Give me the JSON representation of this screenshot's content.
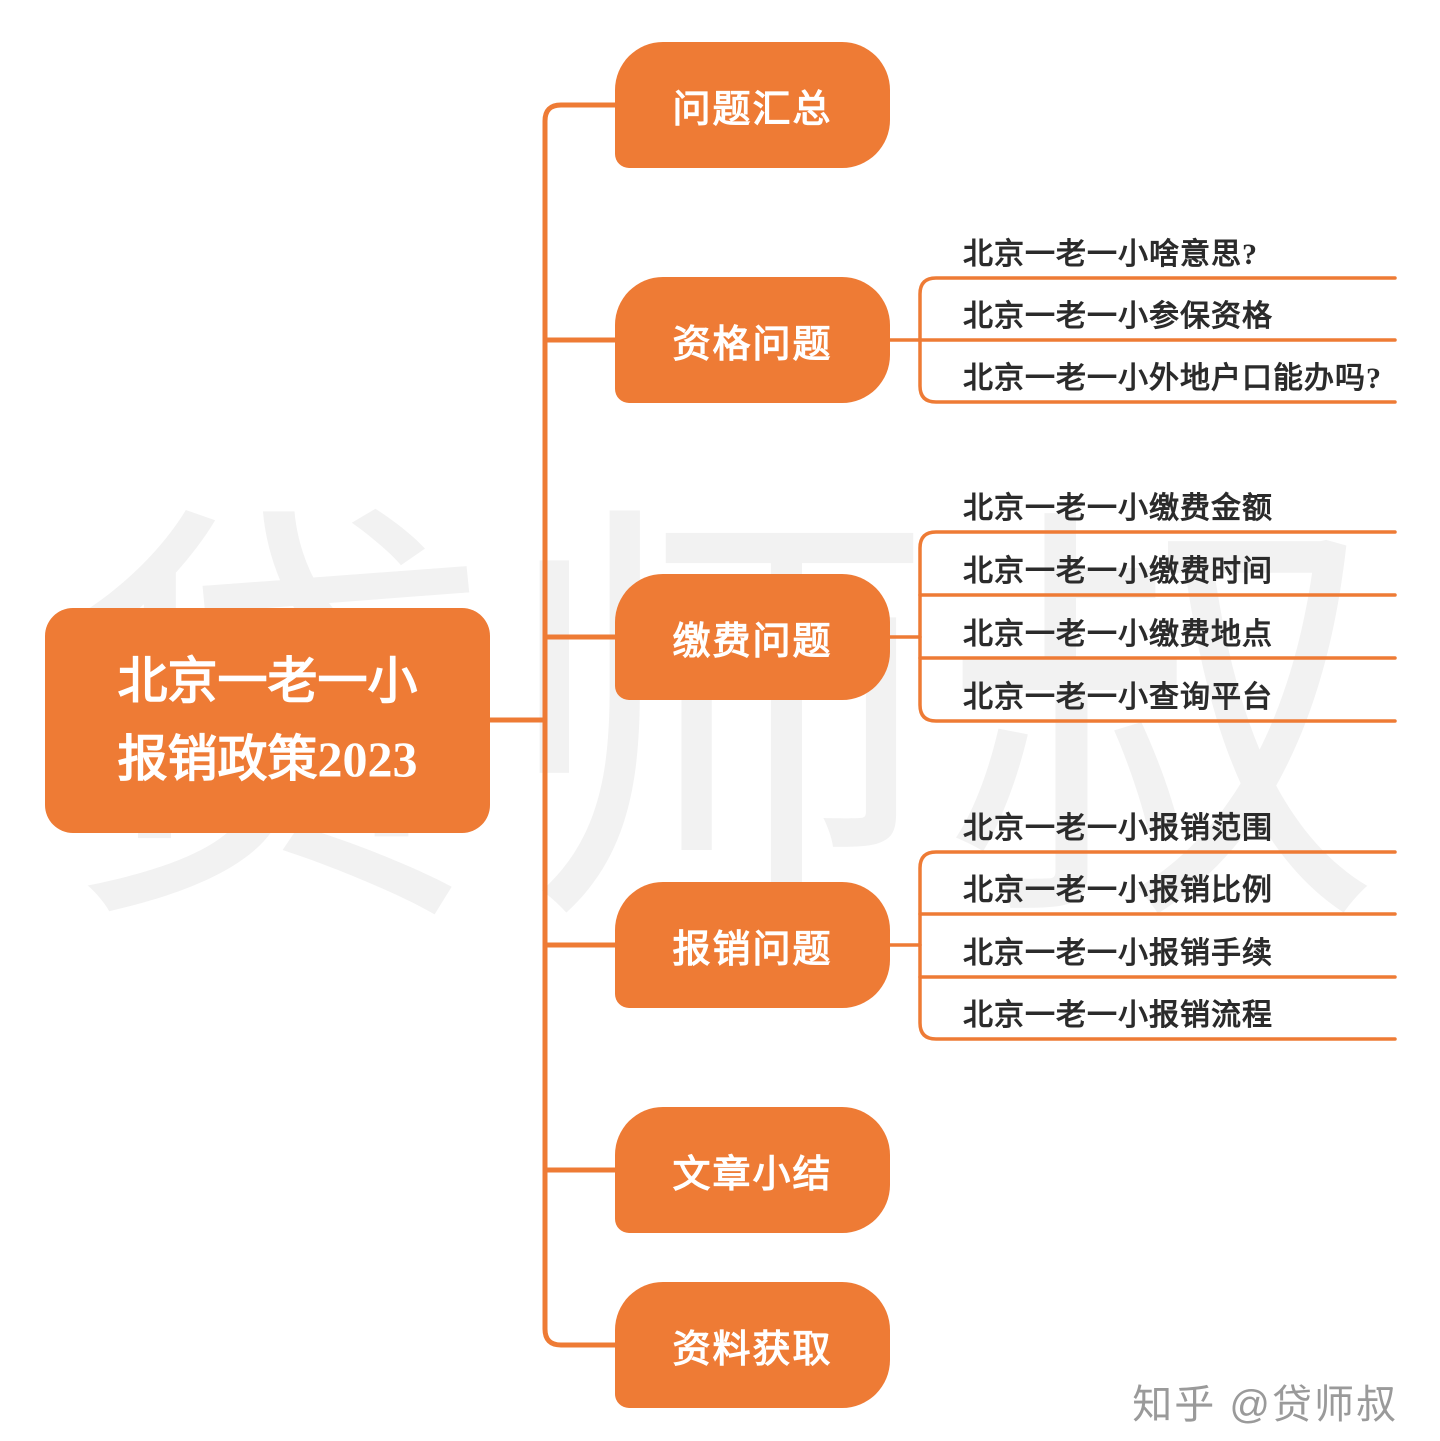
{
  "root": {
    "line1": "北京一老一小",
    "line2": "报销政策2023"
  },
  "branches": [
    {
      "label": "问题汇总",
      "children": []
    },
    {
      "label": "资格问题",
      "children": [
        "北京一老一小啥意思?",
        "北京一老一小参保资格",
        "北京一老一小外地户口能办吗?"
      ]
    },
    {
      "label": "缴费问题",
      "children": [
        "北京一老一小缴费金额",
        "北京一老一小缴费时间",
        "北京一老一小缴费地点",
        "北京一老一小查询平台"
      ]
    },
    {
      "label": "报销问题",
      "children": [
        "北京一老一小报销范围",
        "北京一老一小报销比例",
        "北京一老一小报销手续",
        "北京一老一小报销流程"
      ]
    },
    {
      "label": "文章小结",
      "children": []
    },
    {
      "label": "资料获取",
      "children": []
    }
  ],
  "watermark": "贷师叔",
  "attribution": "知乎 @贷师叔",
  "colors": {
    "node_orange": "#ee7b35",
    "child_text": "#2b2b2b",
    "watermark_gray": "#f2f2f2",
    "attribution_gray": "#9a9a9a"
  }
}
